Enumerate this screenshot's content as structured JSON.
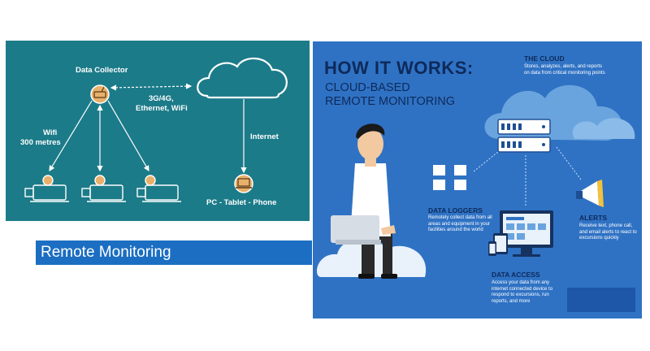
{
  "left_diagram": {
    "data_collector": "Data Collector",
    "wifi_line1": "Wifi",
    "wifi_line2": "300 metres",
    "network_line1": "3G/4G,",
    "network_line2": "Ethernet, WiFi",
    "internet": "Internet",
    "devices": "PC - Tablet - Phone"
  },
  "banner": {
    "text": "Remote Monitoring"
  },
  "infographic": {
    "title_line1": "HOW IT WORKS:",
    "title_line2": "CLOUD-BASED",
    "title_line3": "REMOTE MONITORING",
    "the_cloud": {
      "heading": "THE CLOUD",
      "text": "Stores, analyzes, alerts, and reports on data from critical monitoring points"
    },
    "data_loggers": {
      "heading": "DATA LOGGERS",
      "text": "Remotely collect data from all areas and equipment in your facilities around the world"
    },
    "alerts": {
      "heading": "ALERTS",
      "text": "Receive text, phone call, and email alerts to react to excursions quickly"
    },
    "data_access": {
      "heading": "DATA ACCESS",
      "text": "Access your data from any internet connected device to respond to excursions, run reports, and more"
    }
  },
  "colors": {
    "teal_panel": "#1c7b89",
    "banner_blue": "#1b6ec2",
    "infographic_blue": "#2f72c4",
    "title_navy": "#0e2a5a",
    "collector_orange": "#e8b06a"
  }
}
